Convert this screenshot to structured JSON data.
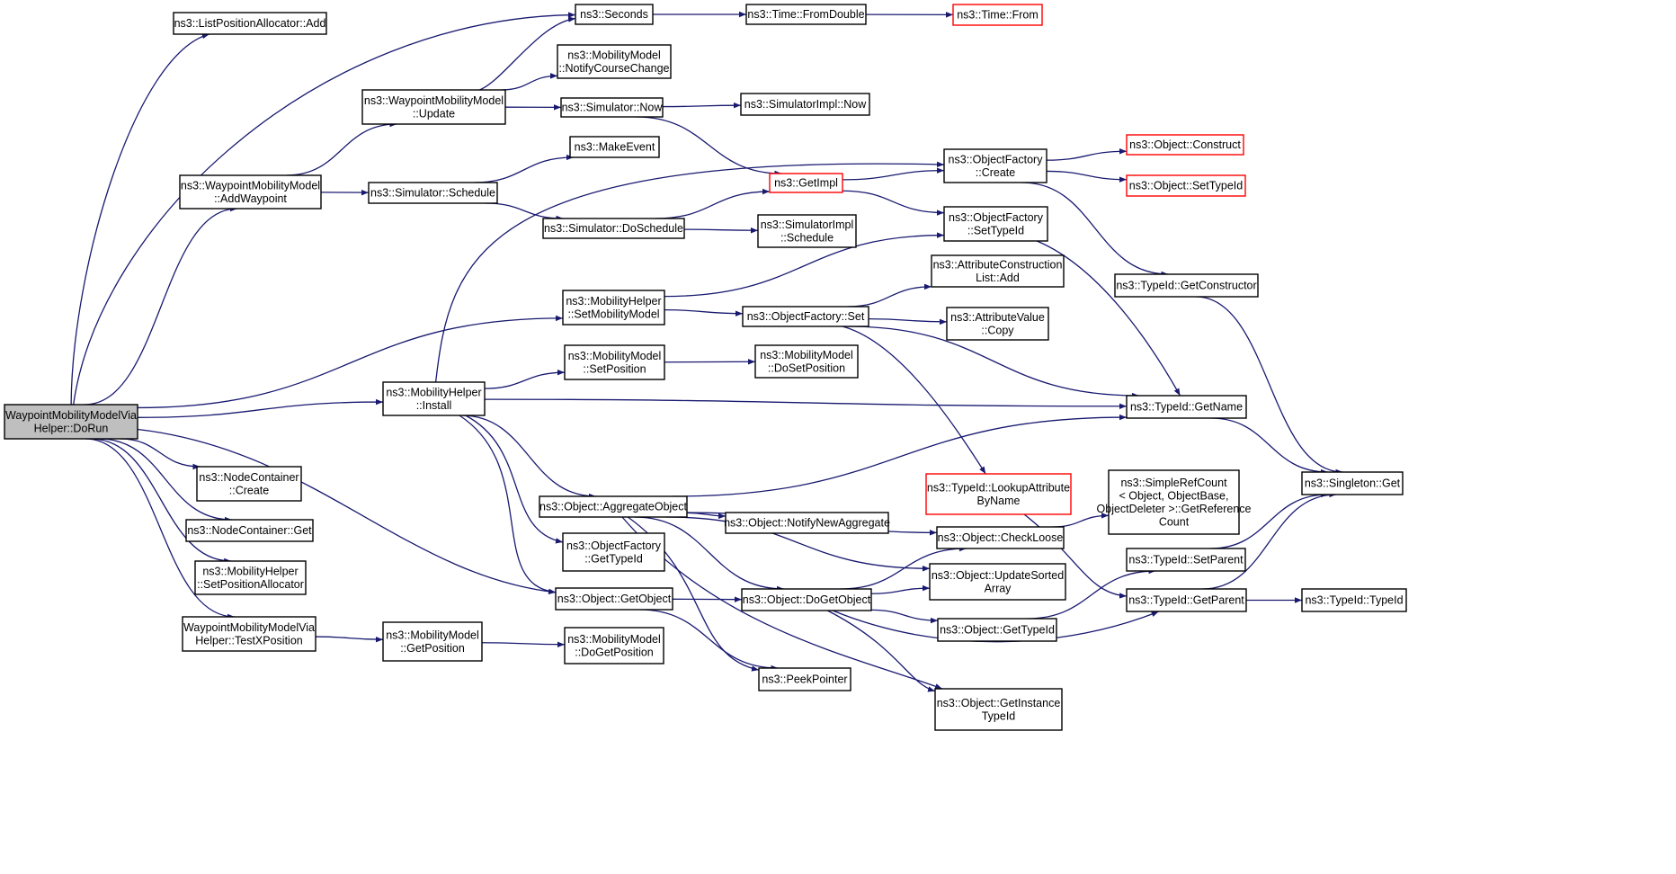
{
  "colors": {
    "edge": "#191970",
    "node_border": "#000000",
    "missing_border": "#ff0000",
    "root_fill": "#bfbfbf",
    "node_fill": "#ffffff"
  },
  "nodes": [
    {
      "id": "dorun",
      "lines": [
        "WaypointMobilityModelVia",
        "Helper::DoRun"
      ],
      "style": "root"
    },
    {
      "id": "lpa_add",
      "lines": [
        "ns3::ListPositionAllocator::Add"
      ],
      "style": "normal"
    },
    {
      "id": "wmm_addwaypoint",
      "lines": [
        "ns3::WaypointMobilityModel",
        "::AddWaypoint"
      ],
      "style": "normal"
    },
    {
      "id": "mh_setmobilitymodel",
      "lines": [
        "ns3::MobilityHelper",
        "::SetMobilityModel"
      ],
      "style": "normal"
    },
    {
      "id": "mh_install",
      "lines": [
        "ns3::MobilityHelper",
        "::Install"
      ],
      "style": "normal"
    },
    {
      "id": "nc_create",
      "lines": [
        "ns3::NodeContainer",
        "::Create"
      ],
      "style": "normal"
    },
    {
      "id": "nc_get",
      "lines": [
        "ns3::NodeContainer::Get"
      ],
      "style": "normal"
    },
    {
      "id": "mh_setposalloc",
      "lines": [
        "ns3::MobilityHelper",
        "::SetPositionAllocator"
      ],
      "style": "normal"
    },
    {
      "id": "testxpos",
      "lines": [
        "WaypointMobilityModelVia",
        "Helper::TestXPosition"
      ],
      "style": "normal"
    },
    {
      "id": "obj_getobject",
      "lines": [
        "ns3::Object::GetObject"
      ],
      "style": "normal"
    },
    {
      "id": "seconds",
      "lines": [
        "ns3::Seconds"
      ],
      "style": "normal"
    },
    {
      "id": "wmm_update",
      "lines": [
        "ns3::WaypointMobilityModel",
        "::Update"
      ],
      "style": "normal"
    },
    {
      "id": "sim_schedule",
      "lines": [
        "ns3::Simulator::Schedule"
      ],
      "style": "normal"
    },
    {
      "id": "time_fromdouble",
      "lines": [
        "ns3::Time::FromDouble"
      ],
      "style": "normal"
    },
    {
      "id": "time_from",
      "lines": [
        "ns3::Time::From"
      ],
      "style": "missing"
    },
    {
      "id": "mm_notify",
      "lines": [
        "ns3::MobilityModel",
        "::NotifyCourseChange"
      ],
      "style": "normal"
    },
    {
      "id": "sim_now",
      "lines": [
        "ns3::Simulator::Now"
      ],
      "style": "normal"
    },
    {
      "id": "simimpl_now",
      "lines": [
        "ns3::SimulatorImpl::Now"
      ],
      "style": "normal"
    },
    {
      "id": "makeevent",
      "lines": [
        "ns3::MakeEvent"
      ],
      "style": "normal"
    },
    {
      "id": "getimpl",
      "lines": [
        "ns3::GetImpl"
      ],
      "style": "missing"
    },
    {
      "id": "sim_doschedule",
      "lines": [
        "ns3::Simulator::DoSchedule"
      ],
      "style": "normal"
    },
    {
      "id": "simimpl_schedule",
      "lines": [
        "ns3::SimulatorImpl",
        "::Schedule"
      ],
      "style": "normal"
    },
    {
      "id": "of_create",
      "lines": [
        "ns3::ObjectFactory",
        "::Create"
      ],
      "style": "normal"
    },
    {
      "id": "of_settypeid",
      "lines": [
        "ns3::ObjectFactory",
        "::SetTypeId"
      ],
      "style": "normal"
    },
    {
      "id": "of_set",
      "lines": [
        "ns3::ObjectFactory::Set"
      ],
      "style": "normal"
    },
    {
      "id": "acl_add",
      "lines": [
        "ns3::AttributeConstruction",
        "List::Add"
      ],
      "style": "normal"
    },
    {
      "id": "av_copy",
      "lines": [
        "ns3::AttributeValue",
        "::Copy"
      ],
      "style": "normal"
    },
    {
      "id": "obj_construct",
      "lines": [
        "ns3::Object::Construct"
      ],
      "style": "missing"
    },
    {
      "id": "obj_settypeid",
      "lines": [
        "ns3::Object::SetTypeId"
      ],
      "style": "missing"
    },
    {
      "id": "tid_getconstructor",
      "lines": [
        "ns3::TypeId::GetConstructor"
      ],
      "style": "normal"
    },
    {
      "id": "mm_setposition",
      "lines": [
        "ns3::MobilityModel",
        "::SetPosition"
      ],
      "style": "normal"
    },
    {
      "id": "mm_dosetposition",
      "lines": [
        "ns3::MobilityModel",
        "::DoSetPosition"
      ],
      "style": "normal"
    },
    {
      "id": "tid_getname",
      "lines": [
        "ns3::TypeId::GetName"
      ],
      "style": "normal"
    },
    {
      "id": "singleton_get",
      "lines": [
        "ns3::Singleton::Get"
      ],
      "style": "normal"
    },
    {
      "id": "tid_lookupattr",
      "lines": [
        "ns3::TypeId::LookupAttribute",
        "ByName"
      ],
      "style": "missing"
    },
    {
      "id": "simplerefcount",
      "lines": [
        "ns3::SimpleRefCount",
        "< Object, ObjectBase,",
        "ObjectDeleter >::GetReference",
        "Count"
      ],
      "style": "normal"
    },
    {
      "id": "obj_aggregate",
      "lines": [
        "ns3::Object::AggregateObject"
      ],
      "style": "normal"
    },
    {
      "id": "obj_notifynewagg",
      "lines": [
        "ns3::Object::NotifyNewAggregate"
      ],
      "style": "normal"
    },
    {
      "id": "obj_checkloose",
      "lines": [
        "ns3::Object::CheckLoose"
      ],
      "style": "normal"
    },
    {
      "id": "of_gettypeid",
      "lines": [
        "ns3::ObjectFactory",
        "::GetTypeId"
      ],
      "style": "normal"
    },
    {
      "id": "obj_updatesorted",
      "lines": [
        "ns3::Object::UpdateSorted",
        "Array"
      ],
      "style": "normal"
    },
    {
      "id": "tid_setparent",
      "lines": [
        "ns3::TypeId::SetParent"
      ],
      "style": "normal"
    },
    {
      "id": "obj_dogetobject",
      "lines": [
        "ns3::Object::DoGetObject"
      ],
      "style": "normal"
    },
    {
      "id": "tid_getparent",
      "lines": [
        "ns3::TypeId::GetParent"
      ],
      "style": "normal"
    },
    {
      "id": "tid_typeid",
      "lines": [
        "ns3::TypeId::TypeId"
      ],
      "style": "normal"
    },
    {
      "id": "obj_gettypeid",
      "lines": [
        "ns3::Object::GetTypeId"
      ],
      "style": "normal"
    },
    {
      "id": "mm_getposition",
      "lines": [
        "ns3::MobilityModel",
        "::GetPosition"
      ],
      "style": "normal"
    },
    {
      "id": "mm_dogetposition",
      "lines": [
        "ns3::MobilityModel",
        "::DoGetPosition"
      ],
      "style": "normal"
    },
    {
      "id": "peekpointer",
      "lines": [
        "ns3::PeekPointer"
      ],
      "style": "normal"
    },
    {
      "id": "obj_getinstancetypeid",
      "lines": [
        "ns3::Object::GetInstance",
        "TypeId"
      ],
      "style": "normal"
    }
  ],
  "edges": [
    {
      "from": "dorun",
      "to": "lpa_add"
    },
    {
      "from": "dorun",
      "to": "seconds"
    },
    {
      "from": "dorun",
      "to": "wmm_addwaypoint"
    },
    {
      "from": "dorun",
      "to": "mh_setmobilitymodel"
    },
    {
      "from": "dorun",
      "to": "mh_install"
    },
    {
      "from": "dorun",
      "to": "nc_create"
    },
    {
      "from": "dorun",
      "to": "nc_get"
    },
    {
      "from": "dorun",
      "to": "mh_setposalloc"
    },
    {
      "from": "dorun",
      "to": "testxpos"
    },
    {
      "from": "dorun",
      "to": "obj_getobject"
    },
    {
      "from": "seconds",
      "to": "time_fromdouble"
    },
    {
      "from": "time_fromdouble",
      "to": "time_from"
    },
    {
      "from": "wmm_addwaypoint",
      "to": "wmm_update"
    },
    {
      "from": "wmm_addwaypoint",
      "to": "sim_schedule"
    },
    {
      "from": "wmm_update",
      "to": "seconds"
    },
    {
      "from": "wmm_update",
      "to": "mm_notify"
    },
    {
      "from": "wmm_update",
      "to": "sim_now"
    },
    {
      "from": "sim_now",
      "to": "simimpl_now"
    },
    {
      "from": "sim_now",
      "to": "getimpl"
    },
    {
      "from": "sim_schedule",
      "to": "makeevent"
    },
    {
      "from": "sim_schedule",
      "to": "sim_doschedule"
    },
    {
      "from": "sim_doschedule",
      "to": "getimpl"
    },
    {
      "from": "sim_doschedule",
      "to": "simimpl_schedule"
    },
    {
      "from": "getimpl",
      "to": "of_create"
    },
    {
      "from": "getimpl",
      "to": "of_settypeid"
    },
    {
      "from": "mh_install",
      "to": "of_create"
    },
    {
      "from": "of_create",
      "to": "obj_construct"
    },
    {
      "from": "of_create",
      "to": "obj_settypeid"
    },
    {
      "from": "of_create",
      "to": "tid_getconstructor"
    },
    {
      "from": "tid_getconstructor",
      "to": "singleton_get"
    },
    {
      "from": "of_settypeid",
      "to": "tid_getname"
    },
    {
      "from": "mh_setmobilitymodel",
      "to": "of_settypeid"
    },
    {
      "from": "mh_setmobilitymodel",
      "to": "of_set"
    },
    {
      "from": "of_set",
      "to": "acl_add"
    },
    {
      "from": "of_set",
      "to": "av_copy"
    },
    {
      "from": "of_set",
      "to": "tid_getname"
    },
    {
      "from": "of_set",
      "to": "tid_lookupattr"
    },
    {
      "from": "mh_install",
      "to": "mm_setposition"
    },
    {
      "from": "mm_setposition",
      "to": "mm_dosetposition"
    },
    {
      "from": "mh_install",
      "to": "tid_getname"
    },
    {
      "from": "mh_install",
      "to": "obj_aggregate"
    },
    {
      "from": "mh_install",
      "to": "of_gettypeid"
    },
    {
      "from": "mh_install",
      "to": "obj_getobject"
    },
    {
      "from": "tid_getname",
      "to": "singleton_get"
    },
    {
      "from": "obj_aggregate",
      "to": "tid_getname"
    },
    {
      "from": "obj_aggregate",
      "to": "obj_notifynewagg"
    },
    {
      "from": "obj_aggregate",
      "to": "obj_checkloose"
    },
    {
      "from": "obj_aggregate",
      "to": "obj_updatesorted"
    },
    {
      "from": "obj_aggregate",
      "to": "obj_dogetobject"
    },
    {
      "from": "obj_aggregate",
      "to": "peekpointer"
    },
    {
      "from": "obj_aggregate",
      "to": "obj_getinstancetypeid"
    },
    {
      "from": "tid_lookupattr",
      "to": "tid_getparent"
    },
    {
      "from": "obj_checkloose",
      "to": "simplerefcount"
    },
    {
      "from": "obj_getobject",
      "to": "obj_dogetobject"
    },
    {
      "from": "obj_getobject",
      "to": "peekpointer"
    },
    {
      "from": "obj_dogetobject",
      "to": "obj_checkloose"
    },
    {
      "from": "obj_dogetobject",
      "to": "obj_updatesorted"
    },
    {
      "from": "obj_dogetobject",
      "to": "obj_gettypeid"
    },
    {
      "from": "obj_dogetobject",
      "to": "tid_getparent"
    },
    {
      "from": "obj_dogetobject",
      "to": "obj_getinstancetypeid"
    },
    {
      "from": "obj_gettypeid",
      "to": "tid_setparent"
    },
    {
      "from": "tid_setparent",
      "to": "singleton_get"
    },
    {
      "from": "tid_getparent",
      "to": "singleton_get"
    },
    {
      "from": "tid_getparent",
      "to": "tid_typeid"
    },
    {
      "from": "testxpos",
      "to": "mm_getposition"
    },
    {
      "from": "mm_getposition",
      "to": "mm_dogetposition"
    }
  ]
}
